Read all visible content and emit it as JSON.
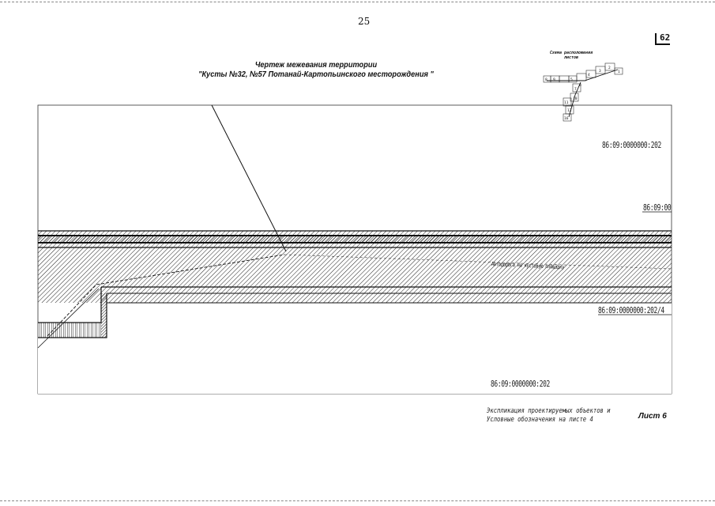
{
  "page": {
    "page_number": "25",
    "sheet_number": "62"
  },
  "title": {
    "line1": "Чертеж межевания территории",
    "line2": "\"Кусты №32, №57 Потанай-Картопьинского месторождения \""
  },
  "scheme": {
    "label_line1": "Схема расположения",
    "label_line2": "листов",
    "sheet_numbers": [
      "8",
      "9",
      "5",
      "4",
      "3",
      "2",
      "1",
      "6",
      "7",
      "10",
      "11",
      "12",
      "16"
    ]
  },
  "parcels": {
    "label_a": "86:09:0000000:202",
    "label_b": "86:09:00",
    "label_c": "86:09:0000000:202/4",
    "label_d": "86:09:0000000:202",
    "corridor_label": "Автодорога на кустовую площадку"
  },
  "footer": {
    "note_line1": "Экспликация проектируемых объектов и",
    "note_line2": "Условные обозначения на листе 4",
    "sheet_label": "Лист 6"
  }
}
